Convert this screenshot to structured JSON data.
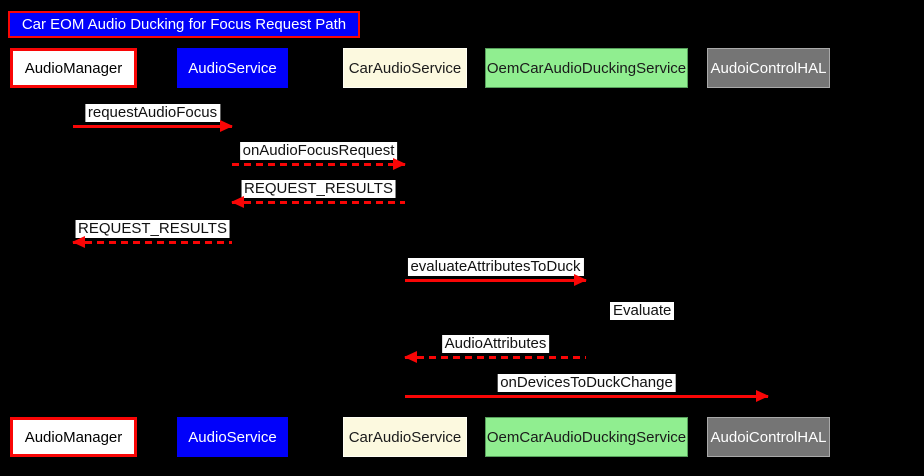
{
  "title": "Car EOM Audio Ducking for Focus Request Path",
  "colors": {
    "background": "#000000",
    "arrow_red": "#f90606",
    "title_bg": "#0101fa",
    "title_border": "#f90606",
    "title_text": "#ffffff",
    "message_label_bg": "#ffffff",
    "message_label_text": "#111111"
  },
  "participants": [
    {
      "label": "AudioManager",
      "fill": "#ffffff",
      "border": "#f90606",
      "text_color": "#000000"
    },
    {
      "label": "AudioService",
      "fill": "#0101fa",
      "border": "#0101fa",
      "text_color": "#ffffff"
    },
    {
      "label": "CarAudioService",
      "fill": "#fcf9df",
      "border": "#fffef4",
      "text_color": "#1a1a1a"
    },
    {
      "label": "OemCarAudioDuckingService",
      "fill": "#90ee90",
      "border": "#57a05c",
      "text_color": "#1a1a1a"
    },
    {
      "label": "AudoiControlHAL",
      "fill": "#757575",
      "border": "#a9a9a9",
      "text_color": "#ffffff"
    }
  ],
  "messages": [
    {
      "label": "requestAudioFocus",
      "from": "AudioManager",
      "to": "AudioService",
      "line": "solid",
      "direction": "right"
    },
    {
      "label": "onAudioFocusRequest",
      "from": "AudioService",
      "to": "CarAudioService",
      "line": "dashed",
      "direction": "right"
    },
    {
      "label": "REQUEST_RESULTS",
      "from": "CarAudioService",
      "to": "AudioService",
      "line": "dashed",
      "direction": "left"
    },
    {
      "label": "REQUEST_RESULTS",
      "from": "AudioService",
      "to": "AudioManager",
      "line": "dashed",
      "direction": "left"
    },
    {
      "label": "evaluateAttributesToDuck",
      "from": "CarAudioService",
      "to": "OemCarAudioDuckingService",
      "line": "solid",
      "direction": "right"
    },
    {
      "label": "Evaluate",
      "from": "OemCarAudioDuckingService",
      "to": "OemCarAudioDuckingService",
      "line": "self",
      "direction": "self"
    },
    {
      "label": "AudioAttributes",
      "from": "OemCarAudioDuckingService",
      "to": "CarAudioService",
      "line": "dashed",
      "direction": "left"
    },
    {
      "label": "onDevicesToDuckChange",
      "from": "CarAudioService",
      "to": "AudoiControlHAL",
      "line": "solid",
      "direction": "right"
    }
  ]
}
